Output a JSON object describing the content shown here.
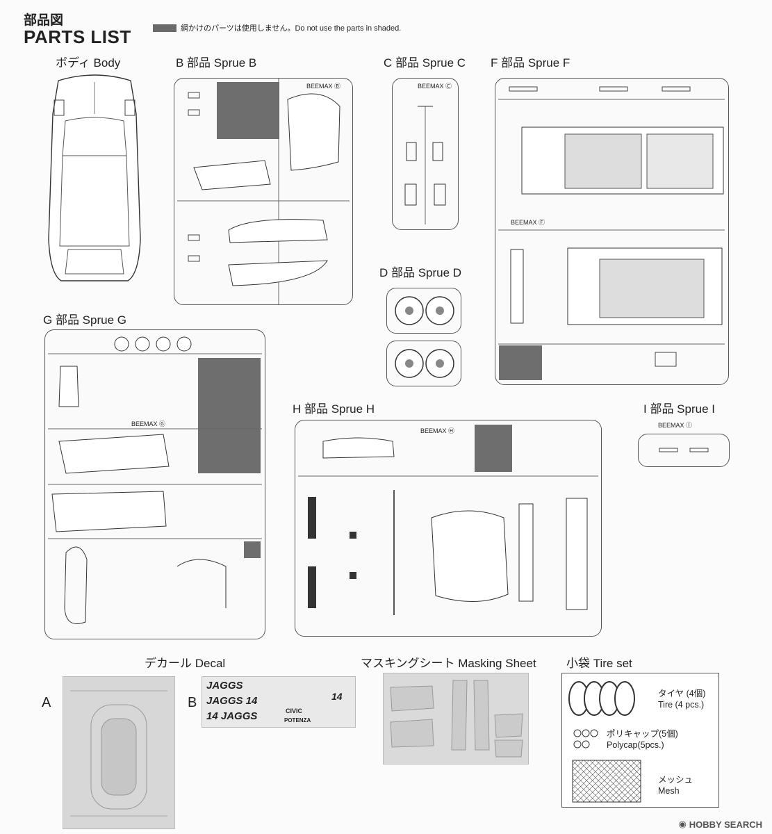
{
  "header": {
    "title_jp": "部品図",
    "title_en": "PARTS LIST",
    "note": "網かけのパーツは使用しません。Do not use the parts in shaded."
  },
  "labels": {
    "body": "ボディ  Body",
    "sprue_b": "B 部品 Sprue B",
    "sprue_c": "C 部品 Sprue C",
    "sprue_f": "F 部品 Sprue F",
    "sprue_d": "D 部品 Sprue D",
    "sprue_g": "G 部品 Sprue G",
    "sprue_h": "H 部品 Sprue H",
    "sprue_i": "I 部品 Sprue I",
    "decal": "デカール Decal",
    "masking": "マスキングシート Masking Sheet",
    "tire_set": "小袋 Tire set",
    "decal_a": "A",
    "decal_b": "B"
  },
  "sprue_tags": {
    "b": "BEEMAX Ⓑ",
    "c": "BEEMAX Ⓒ",
    "f": "BEEMAX Ⓕ",
    "g": "BEEMAX Ⓖ",
    "h": "BEEMAX Ⓗ",
    "i": "BEEMAX Ⓘ"
  },
  "decal_b_text": {
    "line1": "JAGGS",
    "line2": "JAGGS 14",
    "line3": "14 JAGGS",
    "civic": "CIVIC",
    "potenza": "POTENZA",
    "num": "14"
  },
  "tire_set": {
    "tire_jp": "タイヤ (4個)",
    "tire_en": "Tire (4 pcs.)",
    "polycap_jp": "ポリキャップ(5個)",
    "polycap_en": "Polycap(5pcs.)",
    "mesh_jp": "メッシュ",
    "mesh_en": "Mesh"
  },
  "watermark": "HOBBY SEARCH",
  "colors": {
    "shade": "#6e6e6e",
    "outline": "#555555",
    "decal_bg": "#d7d7d7"
  }
}
